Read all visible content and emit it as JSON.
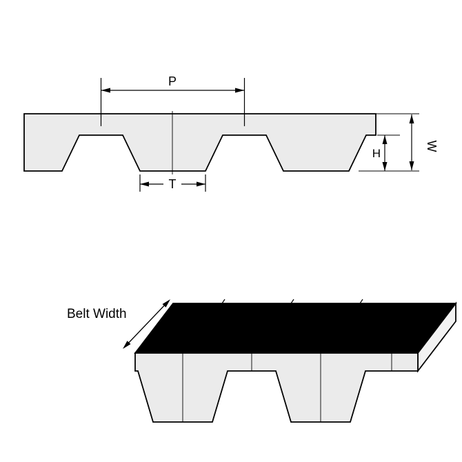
{
  "diagram": {
    "type": "timing-belt-dimension-drawing",
    "labels": {
      "pitch": "P",
      "tooth_width": "T",
      "tooth_height": "H",
      "belt_thickness": "W",
      "belt_width": "Belt Width"
    },
    "colors": {
      "line": "#000000",
      "belt_fill": "#ebebeb",
      "end_face_fill": "#f2f2f2",
      "top_surface_fill": "#000000",
      "background": "#ffffff"
    }
  }
}
